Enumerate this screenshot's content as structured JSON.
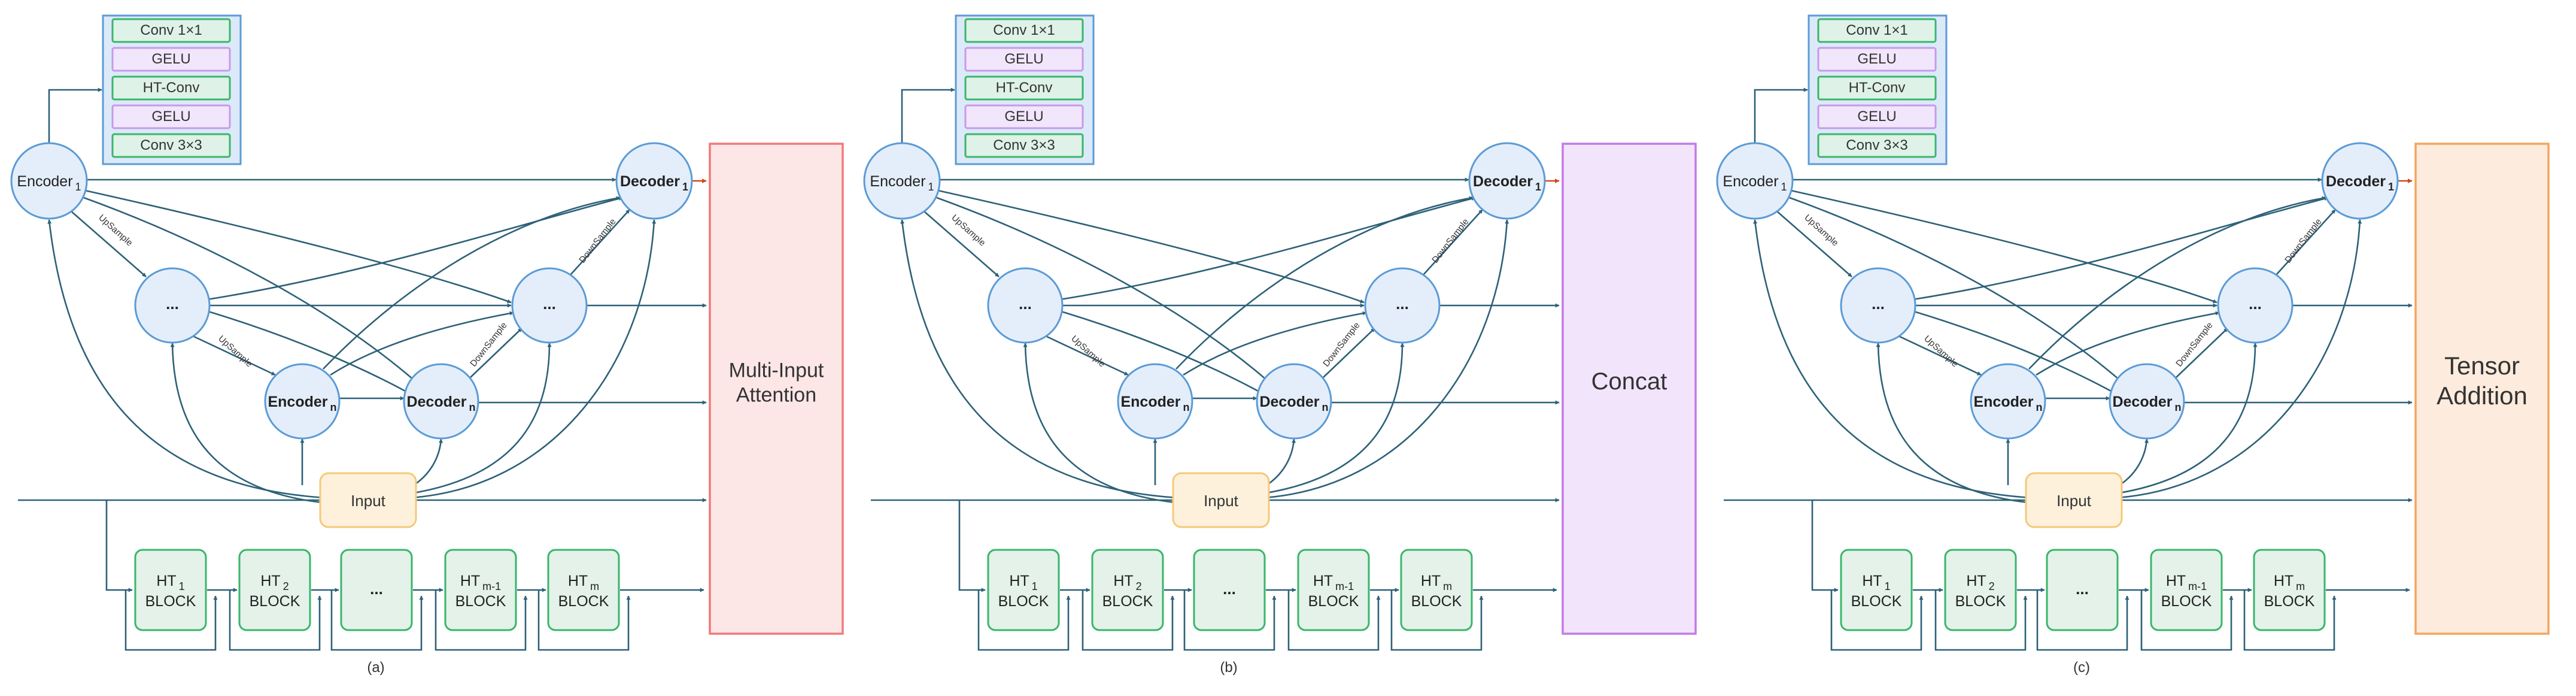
{
  "colors": {
    "edge": "#2d6178",
    "node_fill": "#e4eefb",
    "node_stroke": "#5b9bd5",
    "block_fill": "#e4f2ea",
    "block_stroke": "#39b66a",
    "input_fill": "#fdf1dc",
    "input_stroke": "#f5c979",
    "legend_bg": "#dce9f9",
    "legend_border": "#5b9bd5",
    "conv_fill": "#dff2e8",
    "conv_stroke": "#39b66a",
    "gelu_fill": "#f1e6fb",
    "gelu_stroke": "#c79ae8",
    "out_arrow": "#d04a1c"
  },
  "legend": {
    "items": [
      {
        "label": "Conv 1×1",
        "kind": "conv"
      },
      {
        "label": "GELU",
        "kind": "gelu"
      },
      {
        "label": "HT-Conv",
        "kind": "conv"
      },
      {
        "label": "GELU",
        "kind": "gelu"
      },
      {
        "label": "Conv 3×3",
        "kind": "conv"
      }
    ]
  },
  "nodes": {
    "encoder1": {
      "base": "Encoder",
      "sub": "1"
    },
    "decoder1": {
      "base": "Decoder",
      "sub": "1"
    },
    "mid_left": {
      "text": "..."
    },
    "mid_right": {
      "text": "..."
    },
    "encodern": {
      "base": "Encoder",
      "sub": "n"
    },
    "decodern": {
      "base": "Decoder",
      "sub": "n"
    },
    "input": {
      "text": "Input"
    }
  },
  "edge_labels": {
    "upsample": "UpSample",
    "downsample": "DownSample"
  },
  "blocks": [
    {
      "base": "HT",
      "sub": "1",
      "line2": "BLOCK"
    },
    {
      "base": "HT",
      "sub": "2",
      "line2": "BLOCK"
    },
    {
      "base": "...",
      "sub": "",
      "line2": ""
    },
    {
      "base": "HT",
      "sub": "m-1",
      "line2": "BLOCK"
    },
    {
      "base": "HT",
      "sub": "m",
      "line2": "BLOCK"
    }
  ],
  "panels": [
    {
      "id": "a",
      "caption": "(a)",
      "fusion": {
        "lines": [
          "Multi-Input",
          "Attention"
        ],
        "fill": "#fde6e6",
        "stroke": "#f07a7a",
        "size": "large-2"
      }
    },
    {
      "id": "b",
      "caption": "(b)",
      "fusion": {
        "lines": [
          "Concat"
        ],
        "fill": "#f2e5fb",
        "stroke": "#c47ae6",
        "size": "xl"
      }
    },
    {
      "id": "c",
      "caption": "(c)",
      "fusion": {
        "lines": [
          "Tensor",
          "Addition"
        ],
        "fill": "#fdebdd",
        "stroke": "#f3a65e",
        "size": "xxl"
      }
    }
  ]
}
